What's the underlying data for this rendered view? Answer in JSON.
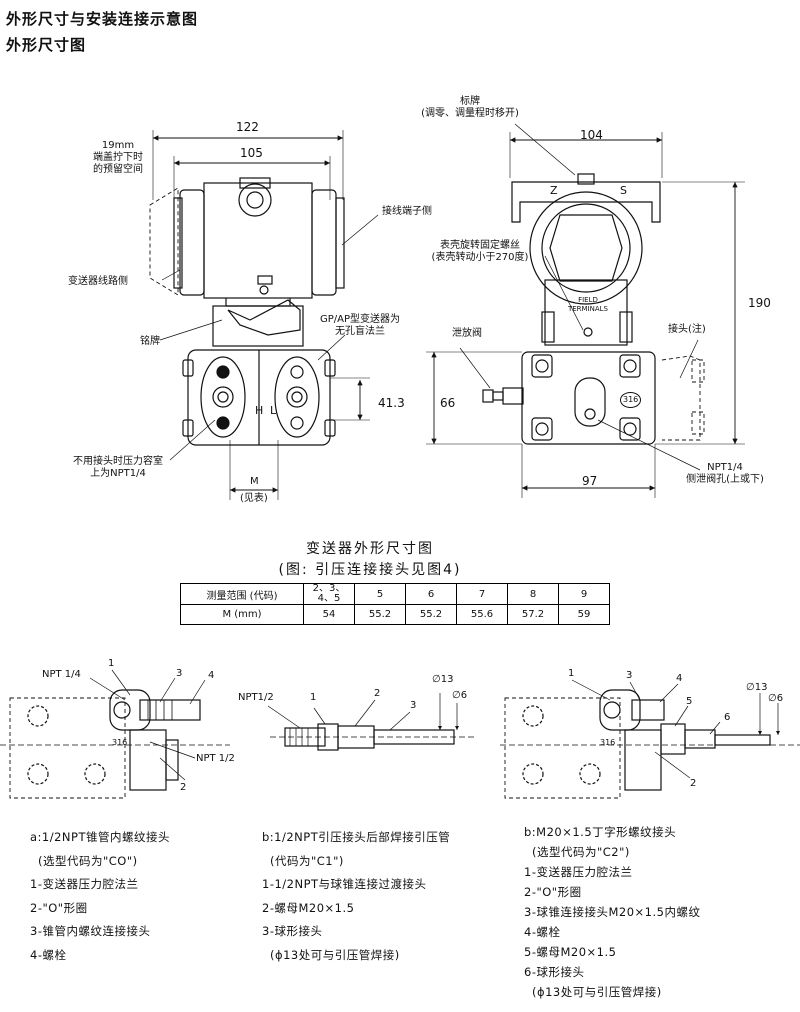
{
  "title_main": "外形尺寸与安装连接示意图",
  "title_sub": "外形尺寸图",
  "left_view": {
    "dim_width": "122",
    "dim_inner": "105",
    "clearance_note": [
      "19mm",
      "端盖拧下时",
      "的预留空间"
    ],
    "terminal_side": "接线端子侧",
    "circuit_side": "变送器线路侧",
    "nameplate": "铭牌",
    "gp_ap_note": [
      "GP/AP型变送器为",
      "无孔盲法兰"
    ],
    "dim_height": "41.3",
    "h_mark": "H",
    "l_mark": "L",
    "unused_port_note": [
      "不用接头时压力容室",
      "上为NPT1/4"
    ],
    "m_label": "M",
    "m_note": "(见表)"
  },
  "right_view": {
    "label_plate": [
      "标牌",
      "(调零、调量程时移开)"
    ],
    "dim_top": "104",
    "z_mark": "Z",
    "s_mark": "S",
    "rotate_note": [
      "表壳旋转固定螺丝",
      "(表壳转动小于270度)"
    ],
    "field_terminals": [
      "FIELD",
      "TERMINALS"
    ],
    "drain_valve": "泄放阀",
    "connector_note": "接头(注)",
    "dim_total": "190",
    "dim_lower": "66",
    "dim_bottom": "97",
    "badge": "316",
    "side_vent": [
      "NPT1/4",
      "侧泄阀孔(上或下)"
    ]
  },
  "table": {
    "caption": "变送器外形尺寸图",
    "subcaption": "(图: 引压连接接头见图4)",
    "header_label": "测量范围 (代码)",
    "codes": [
      [
        "2、3、",
        "4、5"
      ],
      [
        "5"
      ],
      [
        "6"
      ],
      [
        "7"
      ],
      [
        "8"
      ],
      [
        "9"
      ]
    ],
    "row_label": "M (mm)",
    "values": [
      "54",
      "55.2",
      "55.2",
      "55.6",
      "57.2",
      "59"
    ]
  },
  "conn_a": {
    "npt_top": "NPT 1/4",
    "npt_bottom": "NPT 1/2",
    "badge": "316",
    "callouts": [
      "1",
      "2",
      "3",
      "4"
    ],
    "legend": [
      "a:1/2NPT锥管内螺纹接头",
      "(选型代码为\"CO\")",
      "1-变送器压力腔法兰",
      "2-\"O\"形圈",
      "3-锥管内螺纹连接接头",
      "4-螺栓"
    ]
  },
  "conn_b": {
    "npt": "NPT1/2",
    "d13": "∅13",
    "d6": "∅6",
    "callouts": [
      "1",
      "2",
      "3"
    ],
    "legend": [
      "b:1/2NPT引压接头后部焊接引压管",
      "(代码为\"C1\")",
      "1-1/2NPT与球锥连接过渡接头",
      "2-螺母M20×1.5",
      "3-球形接头",
      "(ϕ13处可与引压管焊接)"
    ]
  },
  "conn_c": {
    "d13": "∅13",
    "d6": "∅6",
    "badge": "316",
    "callouts": [
      "1",
      "2",
      "3",
      "4",
      "5",
      "6"
    ],
    "legend": [
      "b:M20×1.5丁字形螺纹接头",
      "(选型代码为\"C2\")",
      "1-变送器压力腔法兰",
      "2-\"O\"形圈",
      "3-球锥连接接头M20×1.5内螺纹",
      "4-螺栓",
      "5-螺母M20×1.5",
      "6-球形接头",
      "(ϕ13处可与引压管焊接)"
    ]
  }
}
